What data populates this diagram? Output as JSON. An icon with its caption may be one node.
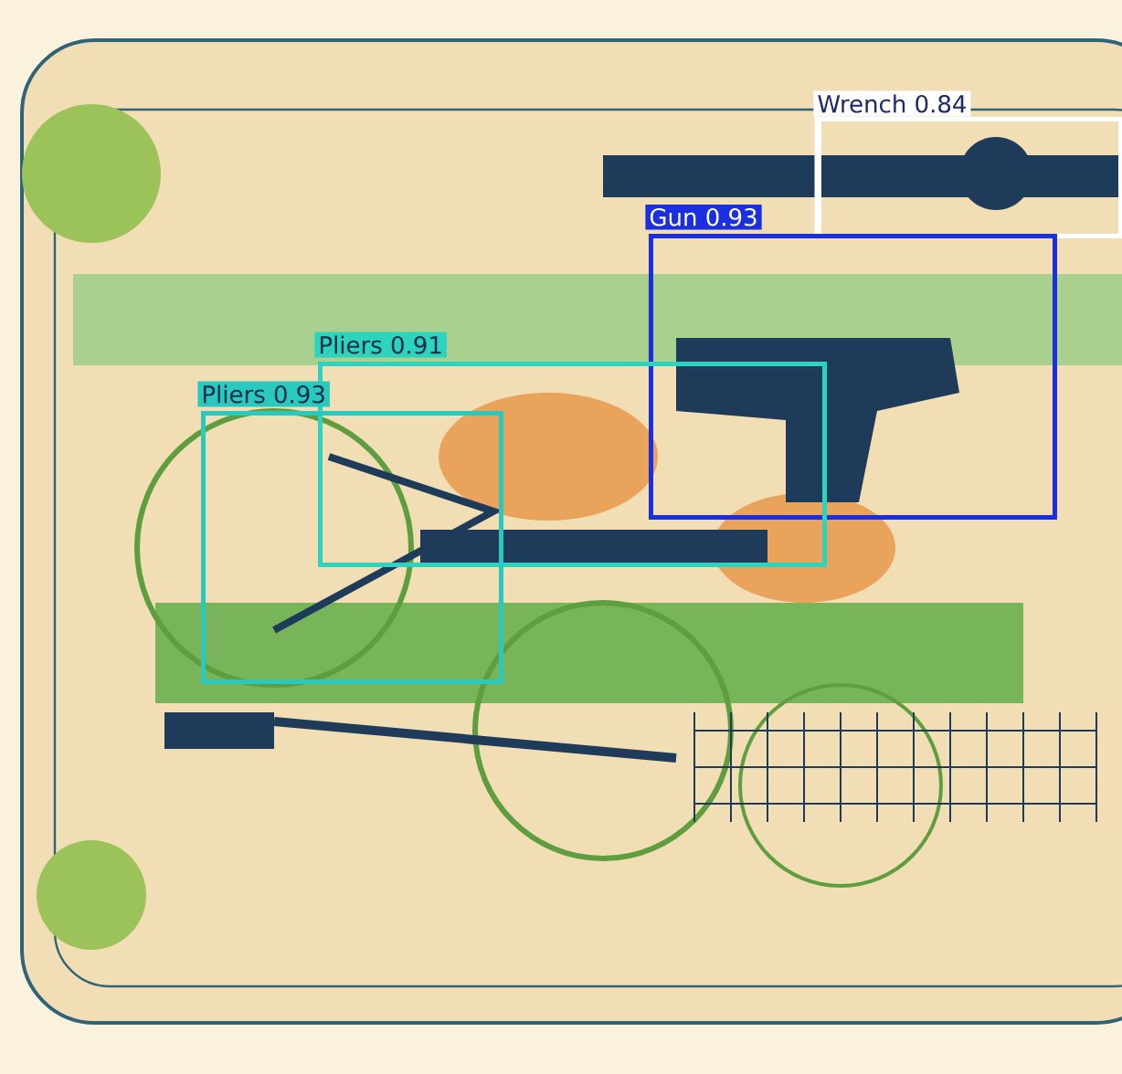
{
  "diagram": {
    "nodes": [
      {
        "text": [
          "Wrench 0.84"
        ]
      },
      {
        "text": [
          "Gun 0.93"
        ]
      },
      {
        "text": [
          "Pliers 0.91"
        ]
      },
      {
        "text": [
          "Pliers 0.93"
        ]
      }
    ]
  }
}
